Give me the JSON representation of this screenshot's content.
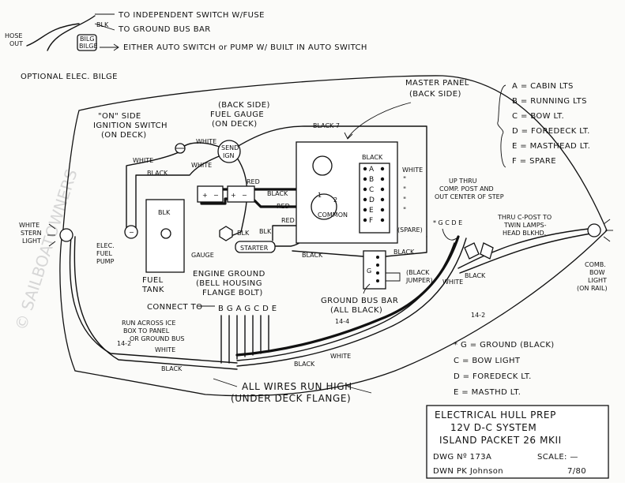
{
  "notes": {
    "top_line1": "TO INDEPENDENT SWITCH W/FUSE",
    "top_line2": "TO GROUND BUS BAR",
    "hose_out": "HOSE\nOUT",
    "bilge_pump_label1": "BILG",
    "bilge_pump_label2": "BILGE",
    "blk": "BLK",
    "either": "EITHER AUTO SWITCH or PUMP W/ BUILT IN AUTO SWITCH",
    "optional": "OPTIONAL ELEC. BILGE"
  },
  "components": {
    "ignition_switch": "\"ON\" SIDE\nIGNITION SWITCH\n(ON DECK)",
    "fuel_gauge": "(BACK SIDE)\nFUEL GAUGE\n(ON DECK)",
    "gauge_send": "SEND",
    "gauge_ign": "IGN",
    "master_panel": "MASTER PANEL\n(BACK SIDE)",
    "white_stern_light": "WHITE\nSTERN\nLIGHT",
    "elec_fuel_pump": "ELEC.\nFUEL\nPUMP",
    "fuel_tank": "FUEL\nTANK",
    "tank_blk": "BLK",
    "gauge": "GAUGE",
    "starter": "STARTER",
    "engine_ground": "ENGINE GROUND\n(BELL HOUSING\nFLANGE BOLT)",
    "ground_bus_bar": "GROUND BUS BAR\n(ALL BLACK)",
    "black_jumper": "(BLACK\nJUMPER)",
    "comb_bow_light": "COMB.\nBOW\nLIGHT\n(ON RAIL)",
    "up_thru": "UP THRU\nCOMP. POST AND\nOUT CENTER OF STEP",
    "thru_c_post": "THRU C-POST TO\nTWIN LAMPS-\nHEAD BLKHD.",
    "gcde": "*  G C D E",
    "connect_to": "CONNECT TO",
    "bgacde": "B G A G C D E",
    "run_across": "RUN ACROSS ICE\nBOX TO PANEL\nOR GROUND BUS",
    "all_wires": "ALL WIRES RUN HIGH\n(UNDER DECK FLANGE)",
    "common": "COMMON",
    "spare": "(SPARE)",
    "battery_plus": "+",
    "battery_minus": "−",
    "tank_minus": "−"
  },
  "wire_labels": {
    "white": "WHITE",
    "black": "BLACK",
    "red": "RED",
    "blk": "BLK",
    "gauge_blk": "BLK",
    "black7": "BLACK 7",
    "wire_1": "1",
    "wire_2": "2",
    "g14_4": "14-4",
    "g14_2_left": "14-2",
    "g14_2_right": "14-2",
    "white_cable": "WHITE",
    "black_cable": "BLACK",
    "ditto": "\""
  },
  "panel_switches": [
    "A",
    "B",
    "C",
    "D",
    "E",
    "F"
  ],
  "gauge_terminal_g": "G",
  "legend_circuits": [
    {
      "key": "A",
      "value": "CABIN LTS"
    },
    {
      "key": "B",
      "value": "RUNNING LTS"
    },
    {
      "key": "C",
      "value": "BOW LT."
    },
    {
      "key": "D",
      "value": "FOREDECK LT."
    },
    {
      "key": "E",
      "value": "MASTHEAD LT."
    },
    {
      "key": "F",
      "value": "SPARE"
    }
  ],
  "legend_star": [
    {
      "key": "* G",
      "value": "GROUND (BLACK)"
    },
    {
      "key": "C",
      "value": "BOW LIGHT"
    },
    {
      "key": "D",
      "value": "FOREDECK LT."
    },
    {
      "key": "E",
      "value": "MASTHD LT."
    }
  ],
  "title_block": {
    "line1": "ELECTRICAL HULL PREP",
    "line2": "12V D-C SYSTEM",
    "line3": "ISLAND PACKET 26 MKII",
    "dwg_label": "DWG Nº 173A",
    "scale_label": "SCALE: —",
    "drawn_by": "DWN PK Johnson",
    "date": "7/80"
  },
  "watermark": "© SAILBOATOWNERS"
}
